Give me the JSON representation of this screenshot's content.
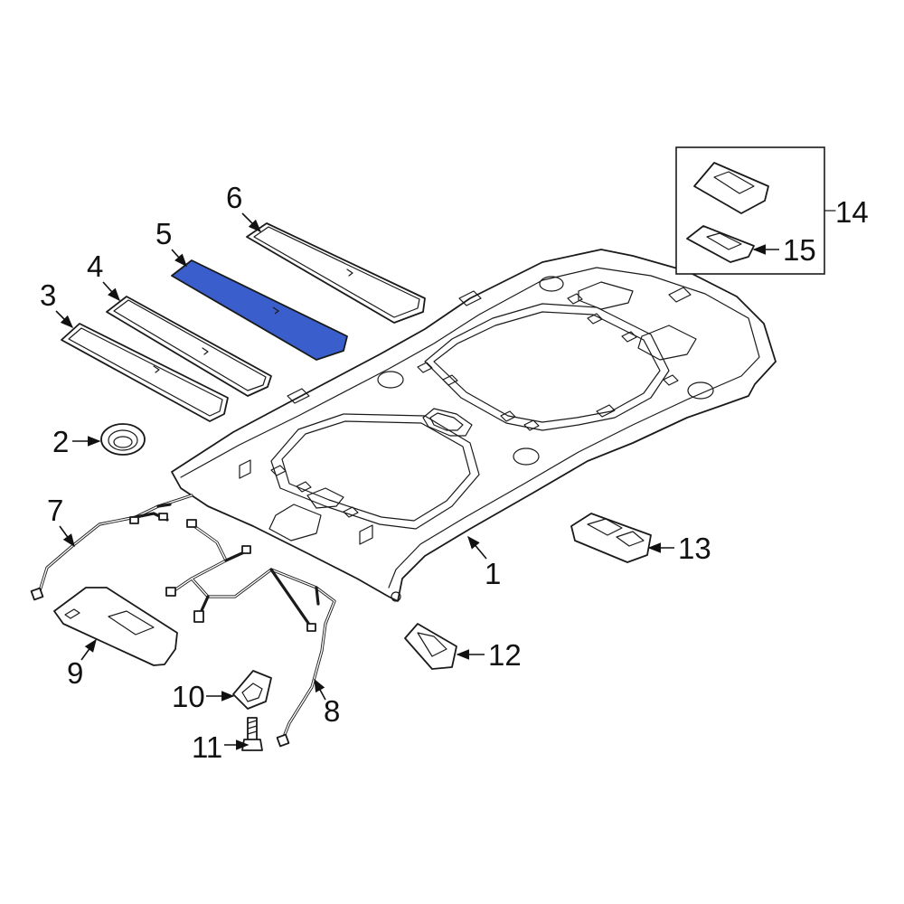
{
  "diagram": {
    "callouts": [
      "1",
      "2",
      "3",
      "4",
      "5",
      "6",
      "7",
      "8",
      "9",
      "10",
      "11",
      "12",
      "13",
      "14",
      "15"
    ],
    "highlight_color": "#3a5fcd",
    "highlighted_part": "5",
    "line_color": "#1a1a1a",
    "background": "#ffffff"
  }
}
